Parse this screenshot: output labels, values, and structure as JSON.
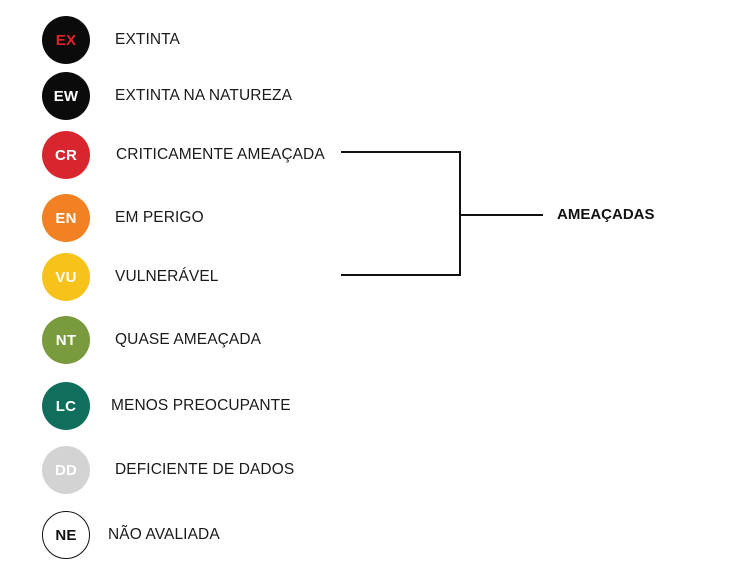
{
  "categories": [
    {
      "code": "EX",
      "label": "EXTINTA",
      "fill": "#0b0b0b",
      "text_color": "#e0222b",
      "border": "#0b0b0b"
    },
    {
      "code": "EW",
      "label": "EXTINTA NA NATUREZA",
      "fill": "#0b0b0b",
      "text_color": "#ffffff",
      "border": "#0b0b0b"
    },
    {
      "code": "CR",
      "label": "CRITICAMENTE AMEAÇADA",
      "fill": "#d9252d",
      "text_color": "#ffffff",
      "border": "#d9252d"
    },
    {
      "code": "EN",
      "label": "EM PERIGO",
      "fill": "#f28123",
      "text_color": "#ffffff",
      "border": "#f28123"
    },
    {
      "code": "VU",
      "label": "VULNERÁVEL",
      "fill": "#f7c21a",
      "text_color": "#ffffff",
      "border": "#f7c21a"
    },
    {
      "code": "NT",
      "label": "QUASE AMEAÇADA",
      "fill": "#7a9a3e",
      "text_color": "#ffffff",
      "border": "#7a9a3e"
    },
    {
      "code": "LC",
      "label": "MENOS PREOCUPANTE",
      "fill": "#0f6f5c",
      "text_color": "#ffffff",
      "border": "#0f6f5c"
    },
    {
      "code": "DD",
      "label": "DEFICIENTE DE DADOS",
      "fill": "#d3d3d3",
      "text_color": "#ffffff",
      "border": "#d3d3d3"
    },
    {
      "code": "NE",
      "label": "NÃO AVALIADA",
      "fill": "#ffffff",
      "text_color": "#111111",
      "border": "#111111"
    }
  ],
  "group": {
    "label": "AMEAÇADAS",
    "members": [
      "CR",
      "EN",
      "VU"
    ]
  }
}
